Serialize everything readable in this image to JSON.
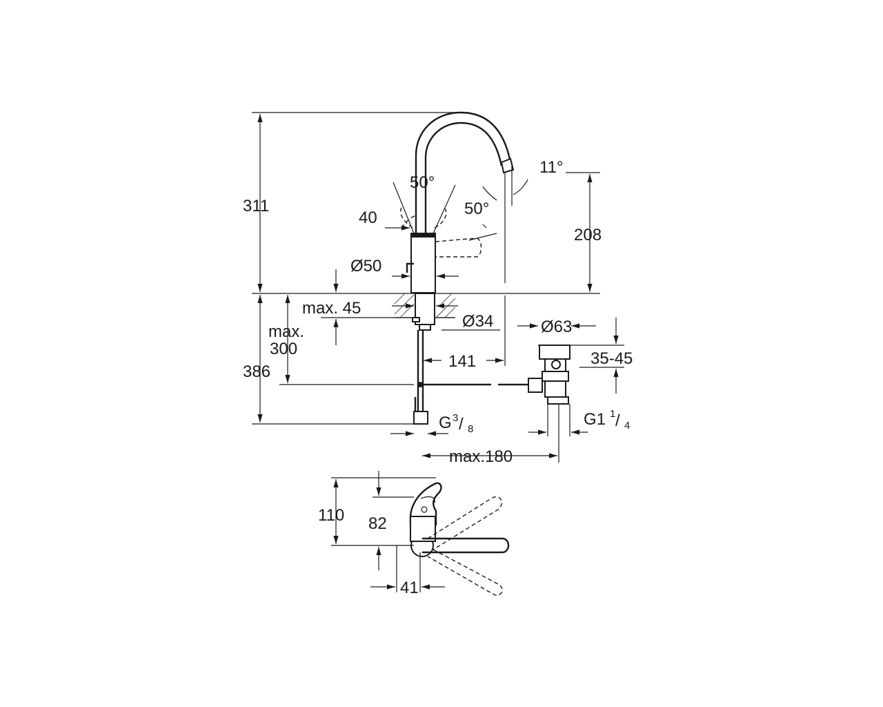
{
  "dimensions": {
    "height_total": "311",
    "spout_height": "208",
    "spout_angle": "11°",
    "swivel_angle_top": "50°",
    "swivel_angle_side": "50°",
    "lever_offset": "40",
    "body_diameter": "Ø50",
    "mount_hole": "Ø34",
    "max_deck": "max. 45",
    "max_300_line1": "max.",
    "max_300_line2": "300",
    "below_deck": "386",
    "spout_reach": "141",
    "waste_diameter": "Ø63",
    "waste_range": "35-45",
    "connection_g": "G",
    "connection_num": "3",
    "connection_den": "8",
    "waste_thread": "G1",
    "waste_thread_num": "1",
    "waste_thread_den": "4",
    "max_180": "max.180",
    "plan_110": "110",
    "plan_82": "82",
    "plan_41": "41"
  },
  "colors": {
    "line": "#1a1a1a",
    "background": "#ffffff"
  }
}
